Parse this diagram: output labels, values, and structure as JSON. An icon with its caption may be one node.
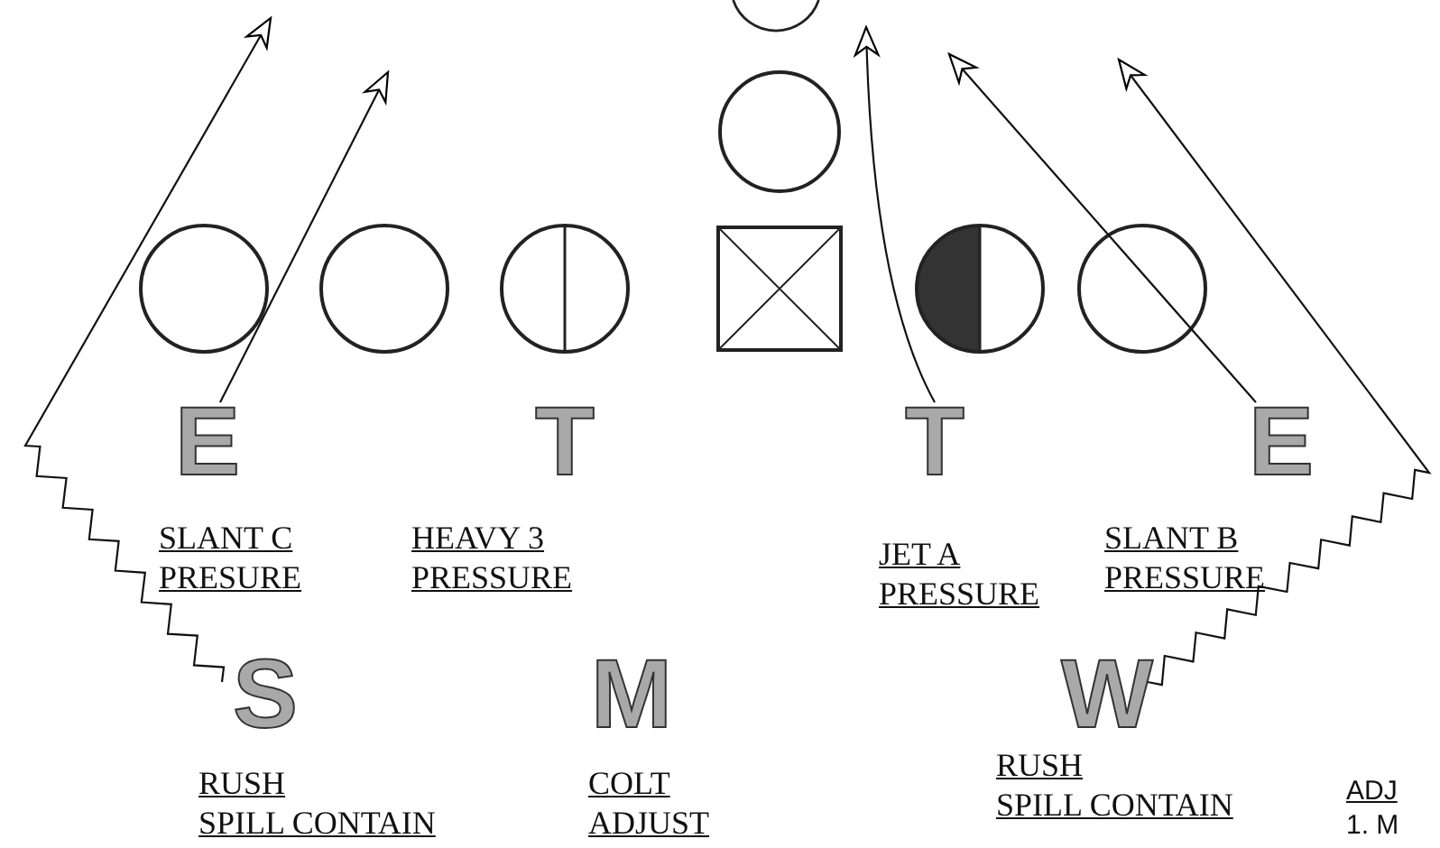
{
  "diagram": {
    "nodes": [
      {
        "text": [],
        "shape": "circle"
      },
      {
        "text": [],
        "shape": "circle"
      },
      {
        "text": [],
        "shape": "circle"
      },
      {
        "text": [],
        "shape": "circle"
      },
      {
        "text": [],
        "shape": "circle"
      },
      {
        "text": [],
        "shape": "box"
      },
      {
        "text": [],
        "shape": "circle"
      },
      {
        "text": [],
        "shape": "circle"
      },
      {
        "text": [
          "E"
        ],
        "beside": [
          "SLANT C PRESURE"
        ]
      },
      {
        "text": [
          "T"
        ],
        "beside": [
          "HEAVY 3 PRESSURE"
        ]
      },
      {
        "text": [
          "T"
        ],
        "beside": [
          "JET A PRESSURE"
        ]
      },
      {
        "text": [
          "E"
        ],
        "beside": [
          "SLANT B PRESSURE"
        ]
      },
      {
        "text": [
          "S"
        ],
        "beside": [
          "RUSH SPILL CONTAIN"
        ]
      },
      {
        "text": [
          "M"
        ],
        "beside": [
          "COLT ADJUST"
        ]
      },
      {
        "text": [
          "W"
        ],
        "beside": [
          "RUSH SPILL CONTAIN"
        ]
      }
    ],
    "edges": [
      {
        "from": 8,
        "to": null,
        "arrow": "to"
      },
      {
        "from": 10,
        "to": null,
        "arrow": "to"
      },
      {
        "from": 11,
        "to": null,
        "arrow": "to"
      },
      {
        "from": 12,
        "to": null,
        "arrow": "to"
      },
      {
        "from": 14,
        "to": null,
        "arrow": "to"
      }
    ],
    "labels": [
      "ADJ",
      "1. M"
    ]
  }
}
